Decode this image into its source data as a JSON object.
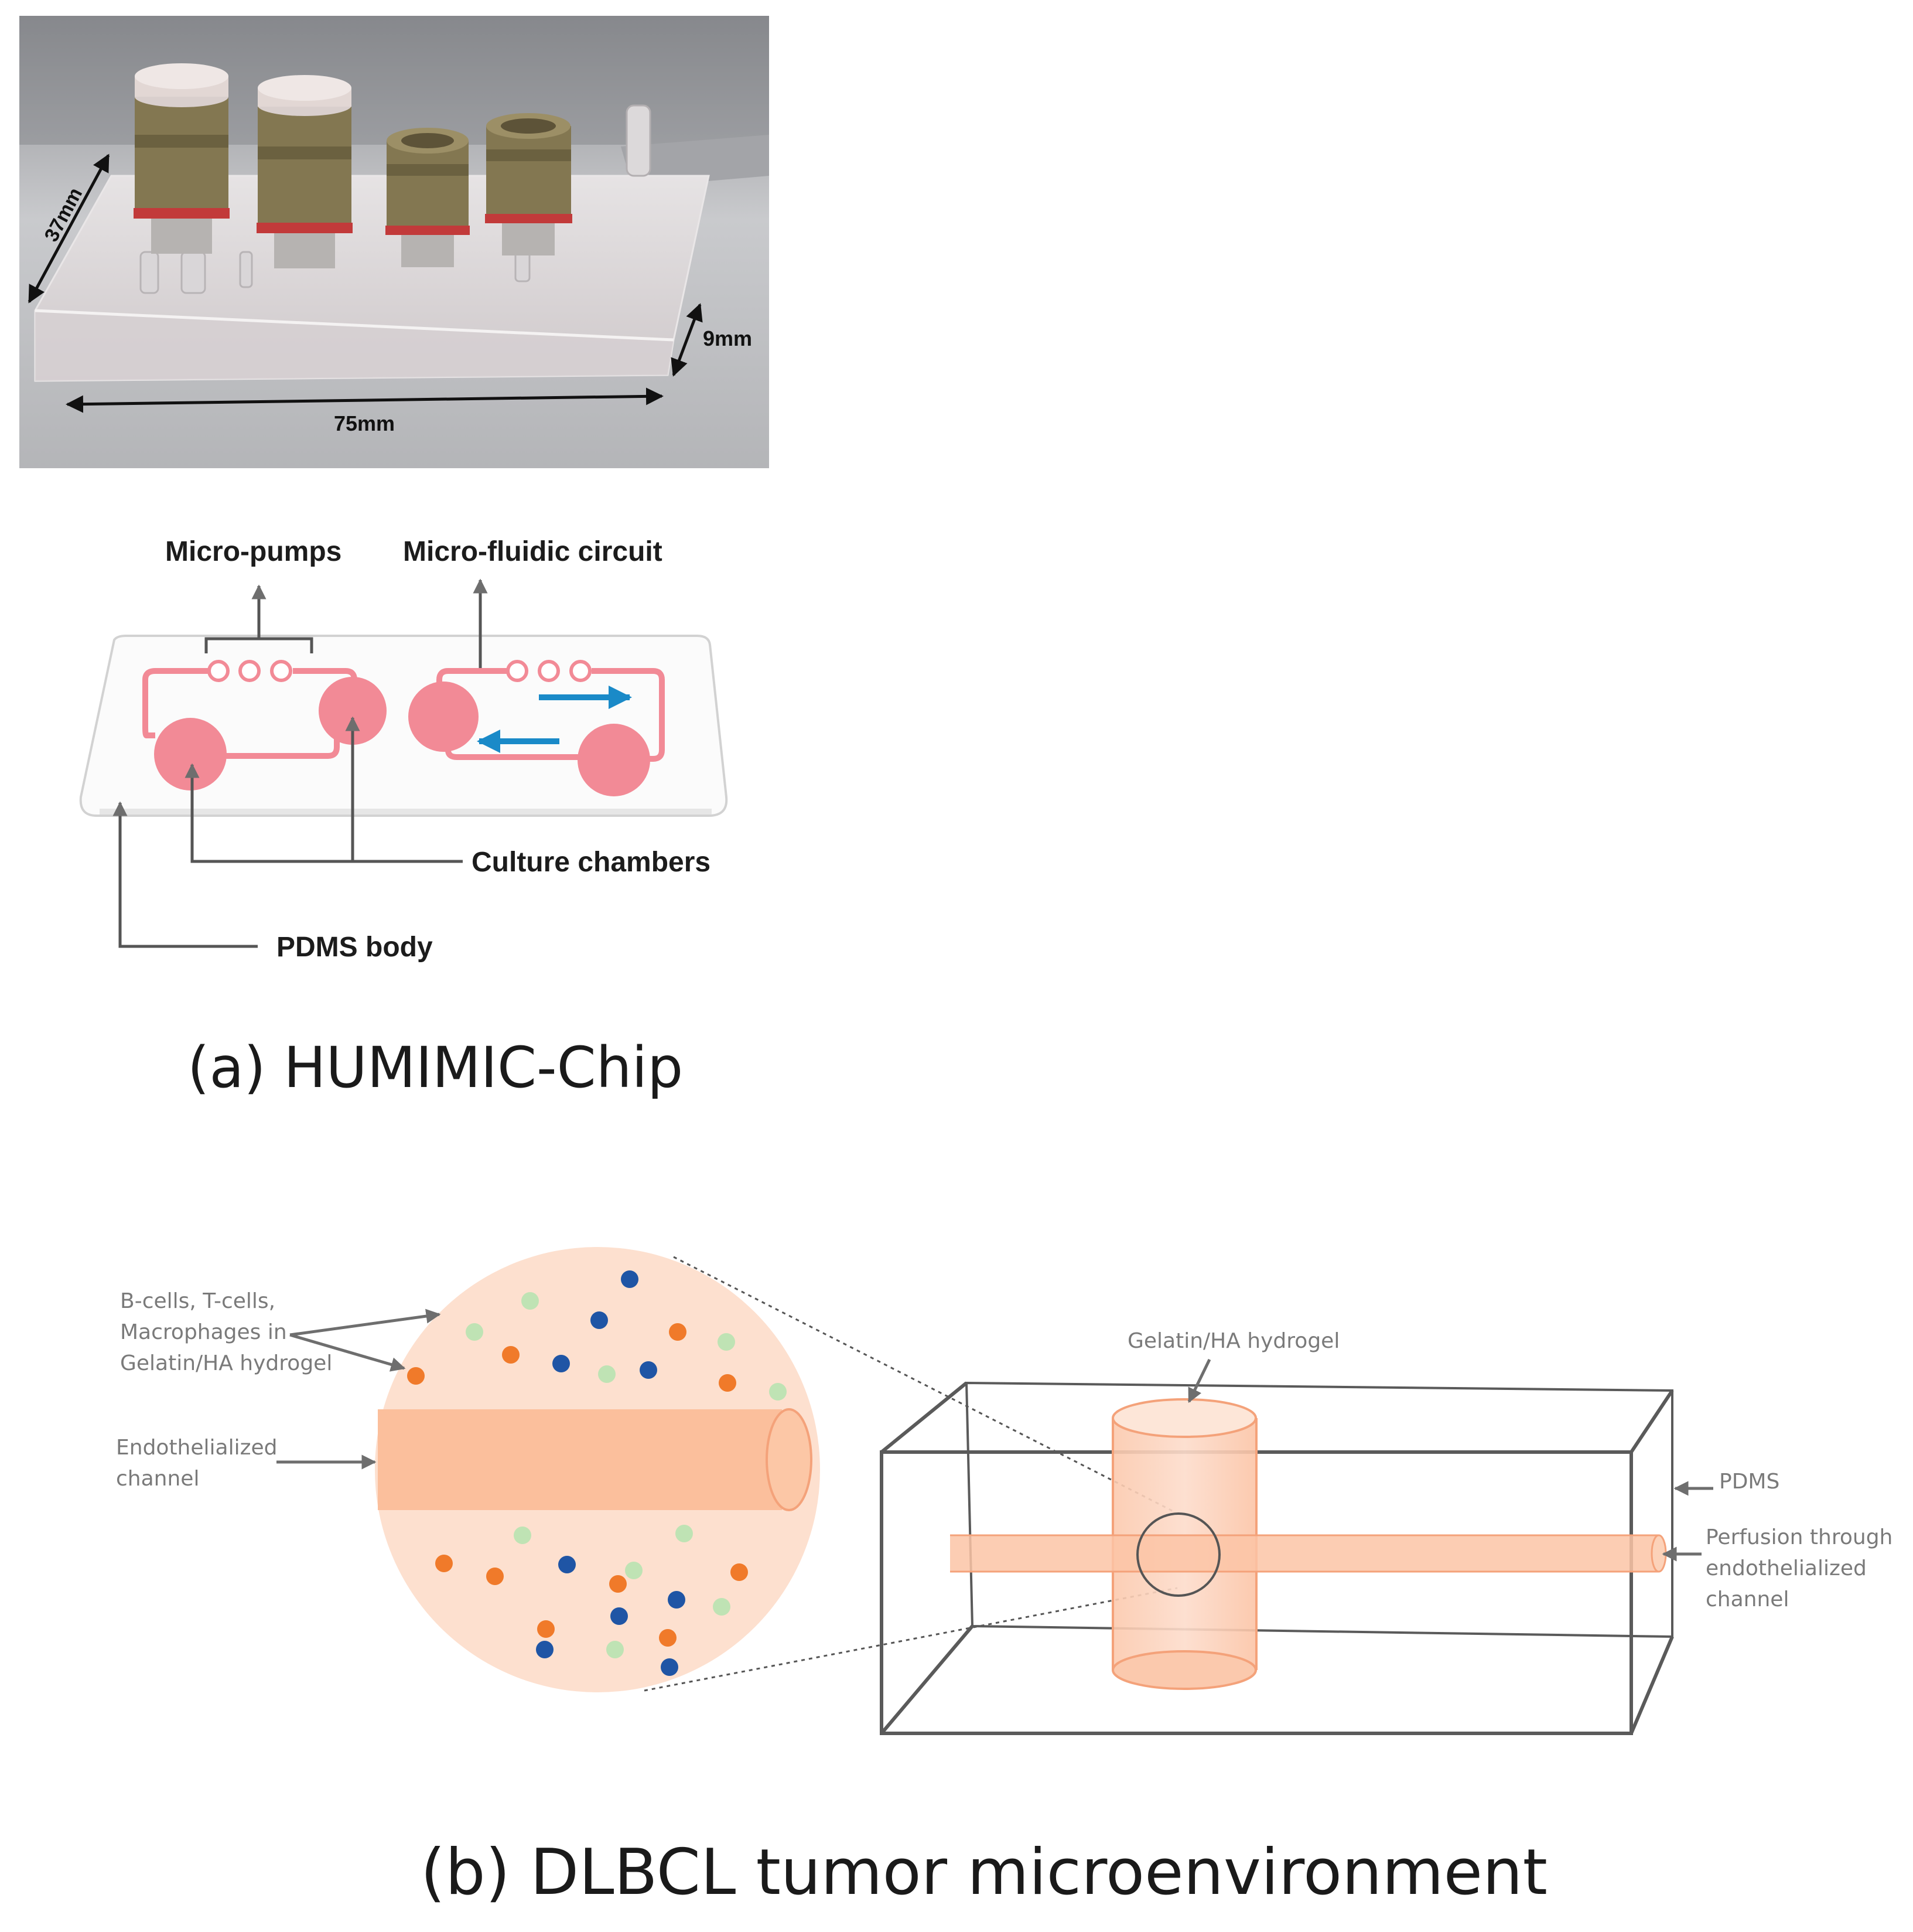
{
  "photo": {
    "dim_width": "75mm",
    "dim_depth": "37mm",
    "dim_height": "9mm"
  },
  "schematic": {
    "micro_pumps": "Micro-pumps",
    "micro_fluidic_circuit": "Micro-fluidic circuit",
    "culture_chambers": "Culture chambers",
    "pdms_body": "PDMS body"
  },
  "caption_a": "(a) HUMIMIC-Chip",
  "microenvironment": {
    "cells_label": [
      "B-cells, T-cells,",
      "Macrophages in",
      "Gelatin/HA hydrogel"
    ],
    "endothelialized_label": [
      "Endothelialized",
      "channel"
    ],
    "hydrogel_label": "Gelatin/HA hydrogel",
    "pdms_label": "PDMS",
    "perfusion_label": [
      "Perfusion through",
      "endothelialized",
      "channel"
    ]
  },
  "caption_b": "(b) DLBCL tumor microenvironment",
  "colors": {
    "chip_pink": "#f28a96",
    "flow_blue": "#1a8ac8",
    "tissue_peach": "#fde0cf",
    "channel_orange": "#fbbf9c",
    "cell_orange": "#f07a2a",
    "cell_blue": "#1f55a5",
    "cell_green": "#bfe3b4"
  }
}
